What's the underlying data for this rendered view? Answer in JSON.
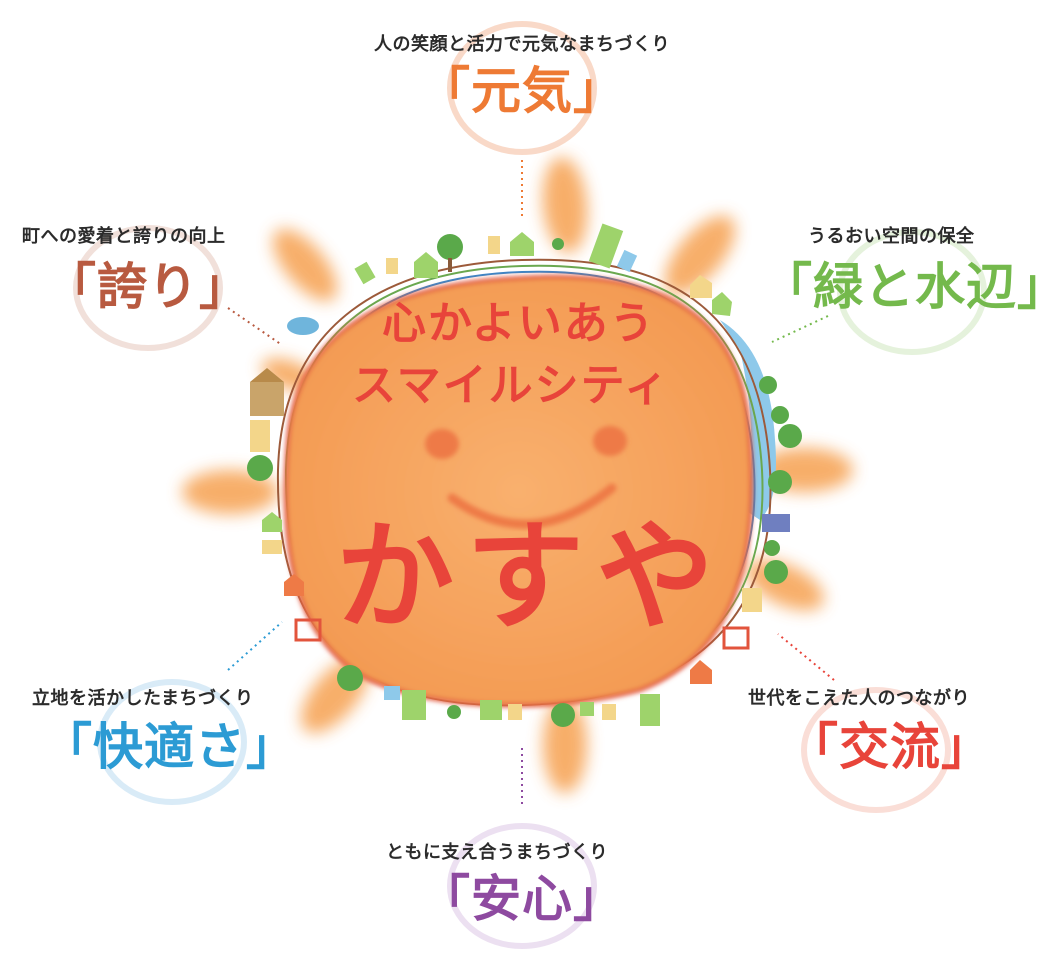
{
  "center": {
    "slogan_line1": "心かよいあう",
    "slogan_line2": "スマイルシティ",
    "town_name": "かすや"
  },
  "themes": {
    "genki": {
      "subtitle": "人の笑顔と活力で元気なまちづくり",
      "title": "「元気」"
    },
    "hokori": {
      "subtitle": "町への愛着と誇りの向上",
      "title": "「誇り」"
    },
    "midori": {
      "subtitle": "うるおい空間の保全",
      "title": "「緑と水辺」"
    },
    "kaiteki": {
      "subtitle": "立地を活かしたまちづくり",
      "title": "「快適さ」"
    },
    "koryu": {
      "subtitle": "世代をこえた人のつながり",
      "title": "「交流」"
    },
    "anshin": {
      "subtitle": "ともに支え合うまちづくり",
      "title": "「安心」"
    }
  },
  "colors": {
    "sun_fill": "#f6a25c",
    "sun_outline": "#e2543c",
    "slogan": "#e8443a",
    "genki": "#ee7a34",
    "hokori": "#b85a40",
    "midori": "#74b94c",
    "kaiteki": "#2c9bd4",
    "koryu": "#e8443a",
    "anshin": "#8e4aa0"
  }
}
